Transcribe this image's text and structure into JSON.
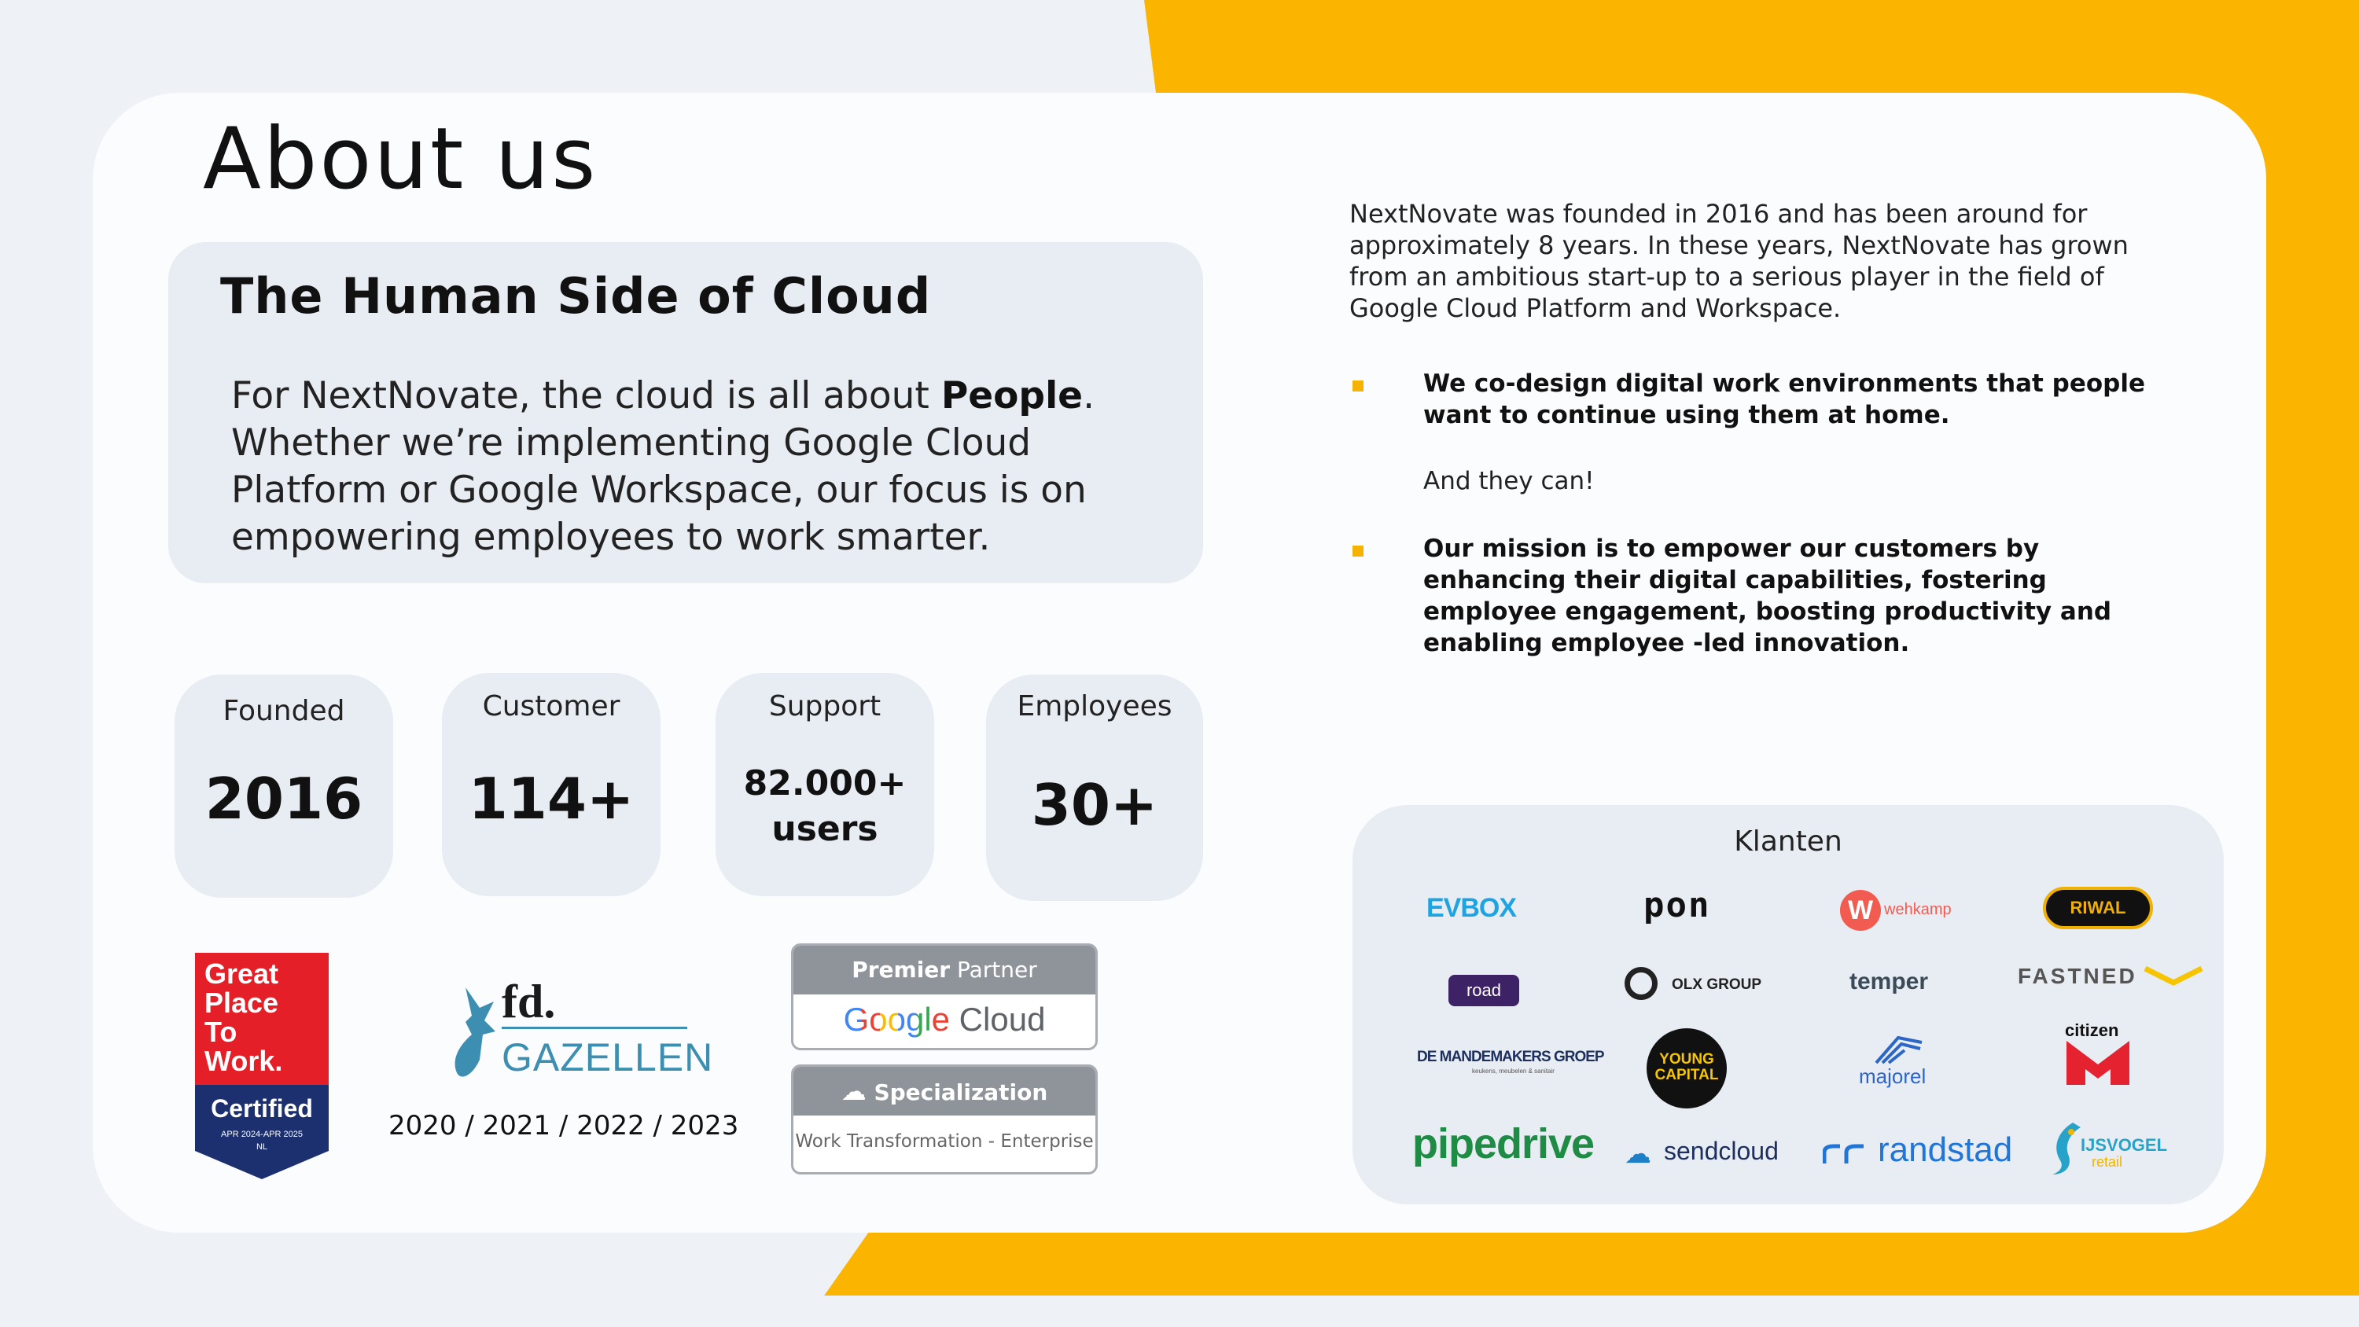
{
  "page": {
    "title": "About us",
    "colors": {
      "accent": "#fbb400",
      "panel": "#e8ecf3",
      "card": "#fbfcfe"
    }
  },
  "hero": {
    "title": "The Human Side of Cloud",
    "body_prefix": "For NextNovate, the cloud is all about ",
    "body_bold": "People",
    "body_suffix": ". Whether we’re implementing Google Cloud Platform or Google Workspace, our focus is on empowering employees to work smarter."
  },
  "stats": [
    {
      "label": "Founded",
      "value": "2016"
    },
    {
      "label": "Customer",
      "value": "114+"
    },
    {
      "label": "Support",
      "value": "82.000+",
      "value2": "users"
    },
    {
      "label": "Employees",
      "value": "30+"
    }
  ],
  "intro": "NextNovate was founded in 2016 and has been around for approximately 8 years. In these years, NextNovate has grown from an ambitious start-up to a serious player in the field of Google Cloud Platform and Workspace.",
  "bullets": {
    "first": "We co-design digital work environments that people want to continue using them at home.",
    "aside": "And they can!",
    "second": "Our mission is  to empower our customers by enhancing their digital capabilities, fostering employee engagement, boosting productivity and enabling employee -led innovation."
  },
  "awards": {
    "gptw": {
      "line1": "Great",
      "line2": "Place",
      "line3": "To",
      "line4": "Work.",
      "certified": "Certified",
      "period": "APR 2024-APR 2025",
      "country": "NL"
    },
    "fd": {
      "top": "fd.",
      "bottom": "GAZELLEN"
    },
    "years": "2020 / 2021 / 2022 / 2023",
    "premier": {
      "head_bold": "Premier",
      "head_rest": " Partner",
      "google": "Google",
      "cloud": " Cloud"
    },
    "specialization": {
      "head": "Specialization",
      "body": "Work Transformation - Enterprise"
    }
  },
  "clients": {
    "title": "Klanten",
    "logos": {
      "evbox": "EVBOX",
      "pon": "pon",
      "wehkamp": "wehkamp",
      "riwal": "RIWAL",
      "road": "road",
      "olx": "OLX GROUP",
      "temper": "temper",
      "fastned": "FASTNED",
      "mandemakers": "DE MANDEMAKERS GROEP",
      "mandemakers_sub": "keukens, meubelen & sanitair",
      "young_capital_1": "YOUNG",
      "young_capital_2": "CAPITAL",
      "majorel": "majorel",
      "citizen": "citizen",
      "pipedrive": "pipedrive",
      "sendcloud": "sendcloud",
      "randstad": "randstad",
      "ijsvogel_1": "IJSVOGEL",
      "ijsvogel_2": "retail"
    }
  }
}
